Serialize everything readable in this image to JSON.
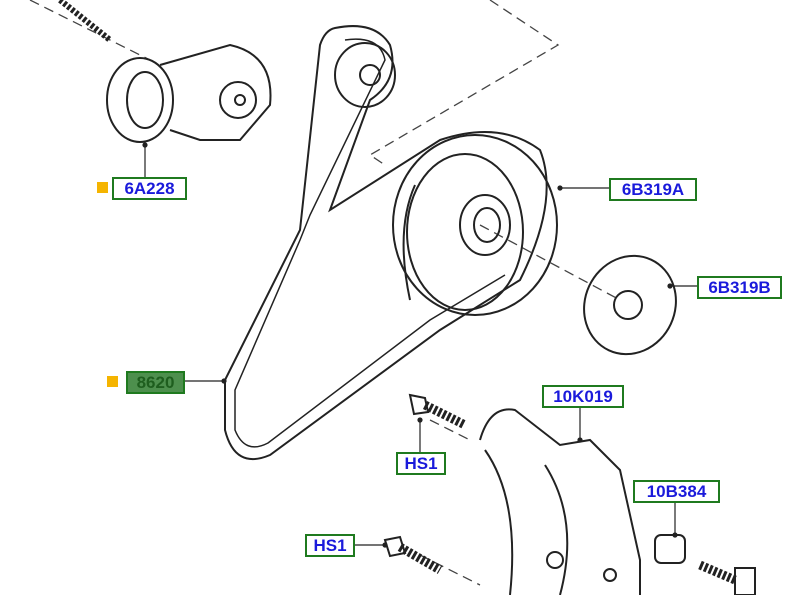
{
  "callouts": [
    {
      "id": "6A228",
      "label": "6A228",
      "marked": true
    },
    {
      "id": "6B319A",
      "label": "6B319A",
      "marked": false
    },
    {
      "id": "6B319B",
      "label": "6B319B",
      "marked": false
    },
    {
      "id": "8620",
      "label": "8620",
      "marked": true,
      "selected": true
    },
    {
      "id": "10K019",
      "label": "10K019",
      "marked": false
    },
    {
      "id": "HS1a",
      "label": "HS1",
      "marked": false
    },
    {
      "id": "10B384",
      "label": "10B384",
      "marked": false
    },
    {
      "id": "HS1b",
      "label": "HS1",
      "marked": false
    }
  ],
  "colors": {
    "marker": "#f5b400",
    "border": "#1f7a1f",
    "text": "#1a1adb",
    "selected_bg": "#4d8f4d"
  }
}
